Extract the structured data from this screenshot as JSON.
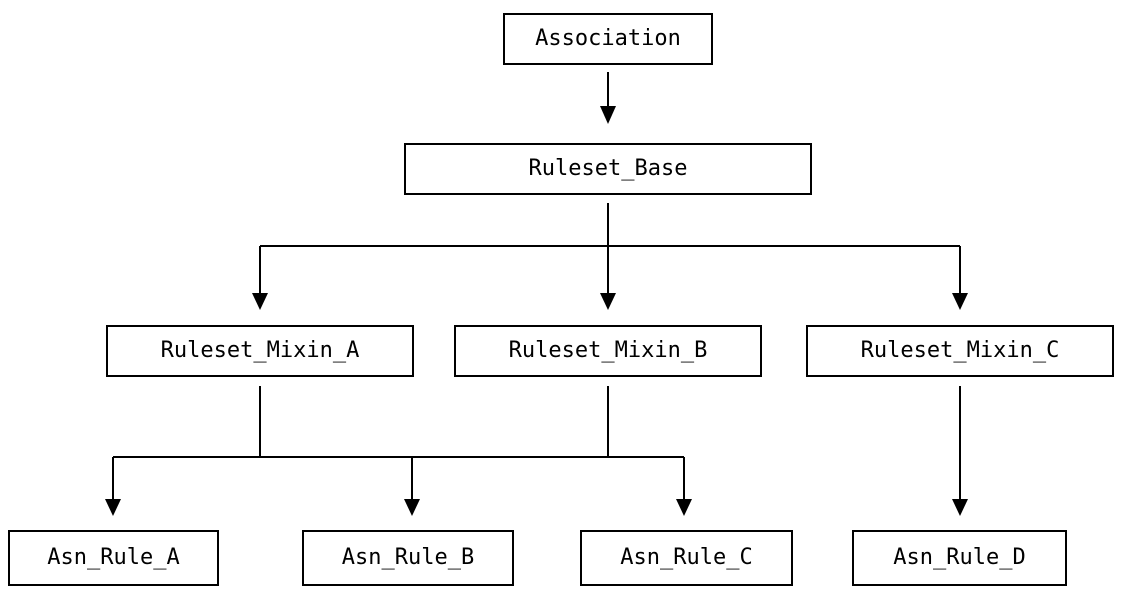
{
  "diagram": {
    "type": "class-inheritance-tree",
    "nodes": [
      {
        "id": "association",
        "label": "Association"
      },
      {
        "id": "ruleset_base",
        "label": "Ruleset_Base"
      },
      {
        "id": "ruleset_mixin_a",
        "label": "Ruleset_Mixin_A"
      },
      {
        "id": "ruleset_mixin_b",
        "label": "Ruleset_Mixin_B"
      },
      {
        "id": "ruleset_mixin_c",
        "label": "Ruleset_Mixin_C"
      },
      {
        "id": "asn_rule_a",
        "label": "Asn_Rule_A"
      },
      {
        "id": "asn_rule_b",
        "label": "Asn_Rule_B"
      },
      {
        "id": "asn_rule_c",
        "label": "Asn_Rule_C"
      },
      {
        "id": "asn_rule_d",
        "label": "Asn_Rule_D"
      }
    ],
    "edges": [
      {
        "from": [
          "Association"
        ],
        "to": [
          "Ruleset_Base"
        ]
      },
      {
        "from": [
          "Ruleset_Base"
        ],
        "to": [
          "Ruleset_Mixin_A",
          "Ruleset_Mixin_B",
          "Ruleset_Mixin_C"
        ]
      },
      {
        "from": [
          "Ruleset_Mixin_A",
          "Ruleset_Mixin_B"
        ],
        "to": [
          "Asn_Rule_A",
          "Asn_Rule_B",
          "Asn_Rule_C"
        ]
      },
      {
        "from": [
          "Ruleset_Mixin_C"
        ],
        "to": [
          "Asn_Rule_D"
        ]
      }
    ],
    "colors": {
      "background": "#ffffff",
      "line": "#000000",
      "box_border": "#000000",
      "text": "#000000"
    }
  }
}
